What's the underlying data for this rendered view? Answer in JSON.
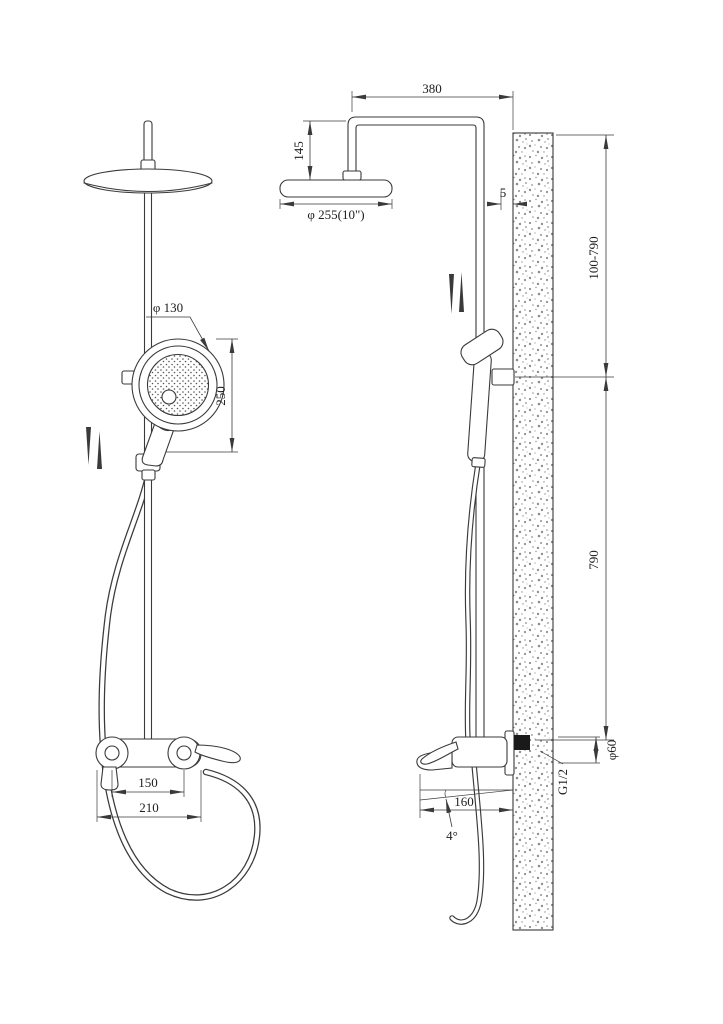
{
  "title": "Shower column technical drawing",
  "colors": {
    "line": "#3a3a3a",
    "wall_stipple": "#8f8f8f"
  },
  "dimensions": {
    "d380": "380",
    "d145": "145",
    "head_dia": "φ 255(10\")",
    "gap5": "5",
    "range": "100-790",
    "hand_dia": "φ 130",
    "hand_len": "250",
    "riser": "790",
    "spacing150": "150",
    "width210": "210",
    "reach160": "160",
    "angle4": "4°",
    "dia60": "φ60",
    "thread": "G1/2"
  }
}
